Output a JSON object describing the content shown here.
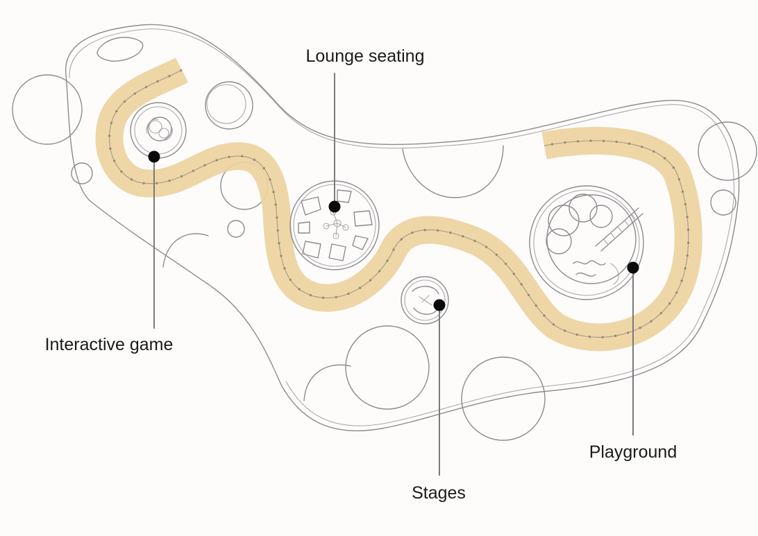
{
  "diagram": {
    "labels": {
      "lounge_seating": "Lounge seating",
      "interactive_game": "Interactive game",
      "playground": "Playground",
      "stages": "Stages"
    },
    "colors": {
      "walkway": "#edd3a0",
      "sketch_line": "#8c8a8e",
      "marker": "#0a0a0a"
    }
  }
}
